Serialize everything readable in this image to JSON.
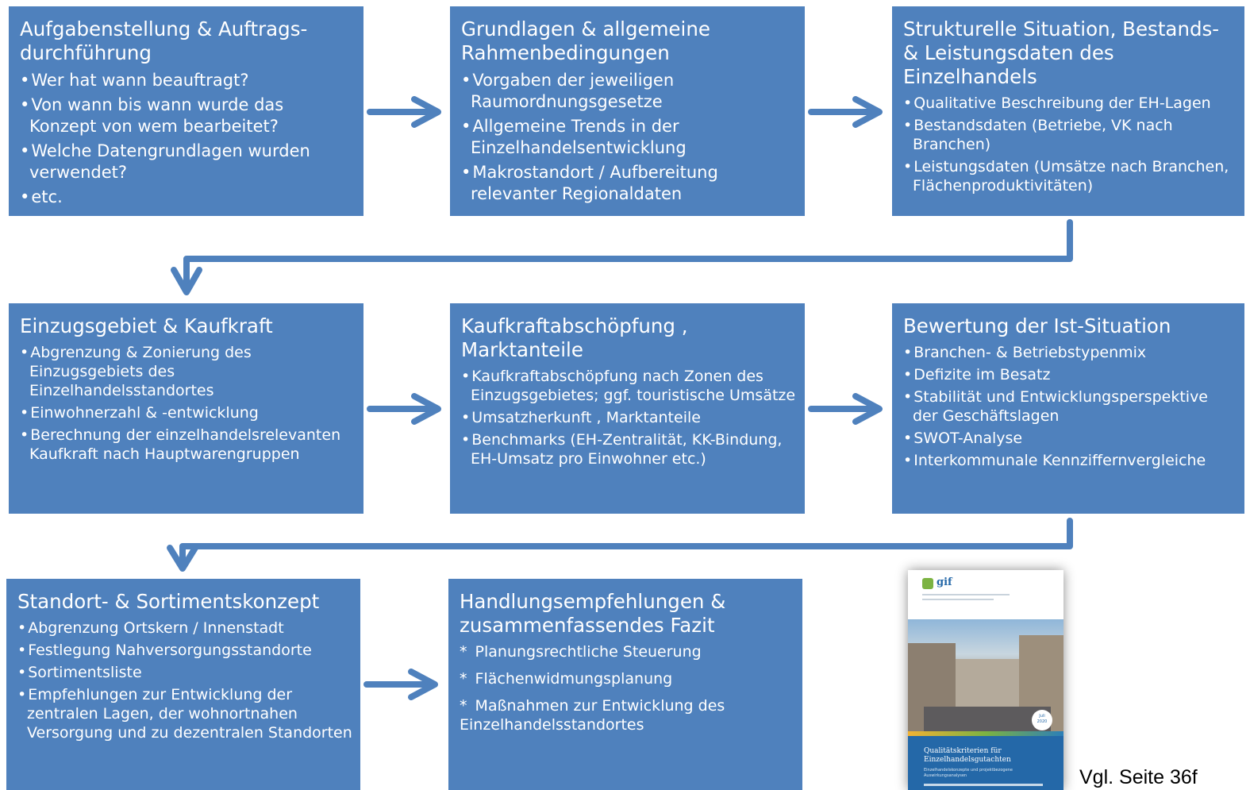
{
  "boxes": [
    {
      "title": "Aufgabenstellung & Auftrags-durchführung",
      "items": [
        "Wer hat wann beauftragt?",
        "Von wann bis wann wurde das Konzept von wem bearbeitet?",
        "Welche Datengrundlagen wurden verwendet?",
        "etc."
      ]
    },
    {
      "title": "Grundlagen & allgemeine Rahmenbedingungen",
      "items": [
        "Vorgaben der jeweiligen Raumordnungsgesetze",
        "Allgemeine Trends in der Einzelhandelsentwicklung",
        "Makrostandort / Aufbereitung relevanter Regionaldaten"
      ]
    },
    {
      "title": "Strukturelle Situation, Bestands- & Leistungsdaten des Einzelhandels",
      "items": [
        "Qualitative Beschreibung der EH-Lagen",
        "Bestandsdaten (Betriebe, VK nach Branchen)",
        "Leistungsdaten (Umsätze nach Branchen, Flächenproduktivitäten)"
      ]
    },
    {
      "title": "Einzugsgebiet & Kaufkraft",
      "items": [
        "Abgrenzung & Zonierung des Einzugsgebiets des Einzelhandelsstandortes",
        "Einwohnerzahl & -entwicklung",
        "Berechnung der einzelhandelsrelevanten Kaufkraft nach Hauptwarengruppen"
      ]
    },
    {
      "title": "Kaufkraftabschöpfung , Marktanteile",
      "items": [
        "Kaufkraftabschöpfung nach Zonen des Einzugsgebietes; ggf. touristische Umsätze",
        "Umsatzherkunft , Marktanteile",
        "Benchmarks (EH-Zentralität, KK-Bindung, EH-Umsatz pro Einwohner etc.)"
      ]
    },
    {
      "title": "Bewertung der Ist-Situation",
      "items": [
        "Branchen- & Betriebstypenmix",
        "Defizite im Besatz",
        "Stabilität und Entwicklungsperspektive der Geschäftslagen",
        "SWOT-Analyse",
        "Interkommunale Kennziffernvergleiche"
      ]
    },
    {
      "title": "Standort- & Sortimentskonzept",
      "items": [
        "Abgrenzung Ortskern / Innenstadt",
        "Festlegung Nahversorgungsstandorte",
        "Sortimentsliste",
        "Empfehlungen zur Entwicklung der zentralen Lagen, der wohnortnahen Versorgung und zu dezentralen Standorten"
      ]
    },
    {
      "title": "Handlungsempfehlungen & zusammenfassendes Fazit",
      "items": [
        "Planungsrechtliche Steuerung",
        "Flächenwidmungsplanung",
        "Maßnahmen zur Entwicklung des Einzelhandelsstandortes"
      ]
    }
  ],
  "cover": {
    "logo": "gif",
    "badge_line1": "Juli",
    "badge_line2": "2020",
    "title": "Qualitätskriterien für Einzelhandelsgutachten",
    "subtitle": "Einzelhandelskonzepte und projektbezogene Auswirkungsanalysen"
  },
  "footnote": "Vgl. Seite 36f",
  "colors": {
    "box": "#4f81bd",
    "arrow": "#4f81bd"
  }
}
